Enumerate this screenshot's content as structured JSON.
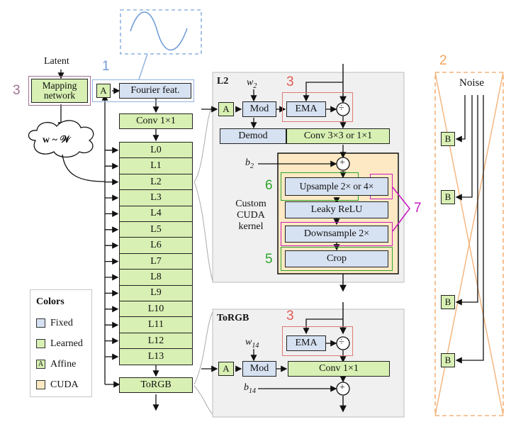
{
  "colors": {
    "learned": "#d8f0b3",
    "fixed": "#d6e1f1",
    "cuda": "#fde9c4",
    "panel": "#f0f0f0",
    "highlight_blue": "#8fb3e0",
    "highlight_red": "#e07a74",
    "highlight_green": "#2aa52a",
    "highlight_magenta": "#c81cc0",
    "highlight_purple": "#a07090",
    "highlight_orange": "#f4b27a"
  },
  "left": {
    "latent_label": "Latent",
    "mapping_network": "Mapping network",
    "w_label": "w ~ 𝒲",
    "affine_label": "A",
    "fourier_feat": "Fourier feat.",
    "conv_1x1": "Conv 1×1",
    "layers": [
      "L0",
      "L1",
      "L2",
      "L3",
      "L4",
      "L5",
      "L6",
      "L7",
      "L8",
      "L9",
      "L10",
      "L11",
      "L12",
      "L13"
    ],
    "torgb": "ToRGB",
    "marker_mapping": "3",
    "marker_fourier": "1"
  },
  "l2_panel": {
    "title": "L2",
    "w_label": "w",
    "w_sub": "2",
    "affine": "A",
    "mod": "Mod",
    "ema": "EMA",
    "div": "÷",
    "demod": "Demod",
    "conv": "Conv 3×3 or 1×1",
    "bias_label": "b",
    "bias_sub": "2",
    "plus": "+",
    "custom_cuda": "Custom CUDA kernel",
    "upsample": "Upsample 2× or 4×",
    "leaky_relu": "Leaky ReLU",
    "downsample": "Downsample 2×",
    "crop": "Crop",
    "marker_ema": "3",
    "marker_upsample": "6",
    "marker_crop": "5",
    "marker_resample": "7"
  },
  "torgb_panel": {
    "title": "ToRGB",
    "w_label": "w",
    "w_sub": "14",
    "affine": "A",
    "mod": "Mod",
    "ema": "EMA",
    "div": "÷",
    "conv": "Conv 1×1",
    "bias_label": "b",
    "bias_sub": "14",
    "plus": "+",
    "marker_ema": "3"
  },
  "noise_panel": {
    "label": "Noise",
    "b_label": "B",
    "marker": "2"
  },
  "legend": {
    "title": "Colors",
    "items": [
      {
        "label": "Fixed",
        "swatch": "fixed",
        "glyph": ""
      },
      {
        "label": "Learned",
        "swatch": "learned",
        "glyph": ""
      },
      {
        "label": "Affine",
        "swatch": "learned",
        "glyph": "A"
      },
      {
        "label": "CUDA",
        "swatch": "cuda",
        "glyph": ""
      }
    ]
  }
}
